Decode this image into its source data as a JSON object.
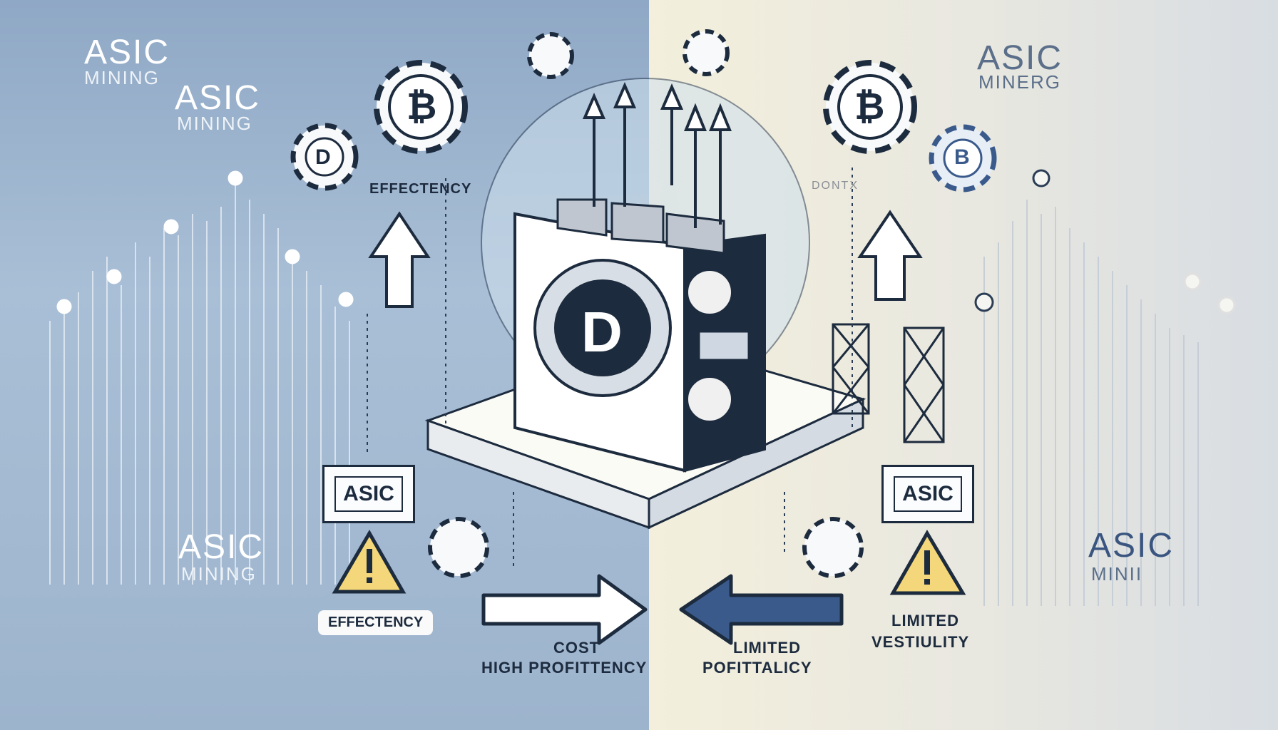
{
  "texts": {
    "top_left_title": "ASIC",
    "top_left_sub": "MINING",
    "top_left_title2": "ASIC",
    "top_left_sub2": "MINING",
    "top_right_title": "ASIC",
    "top_right_sub": "MINERG",
    "mid_left_title": "ASIC",
    "mid_left_sub": "MINING",
    "right_bottom_title": "ASIC",
    "right_bottom_sub": "MINII",
    "efficiency_top": "EFFECTENCY",
    "efficiency_bottom": "EFFECTENCY",
    "asic_box_left": "ASIC",
    "asic_box_right": "ASIC",
    "cost": "COST",
    "high_profit": "HIGH PROFITTENCY",
    "limited_left": "LIMITED",
    "profit_right": "POFITTALICY",
    "limited_right": "LIMITED",
    "versatility": "VESTIULITY",
    "dontx": "DONTX",
    "miner_logo": "D",
    "gear_d": "D",
    "gear_b": "B"
  },
  "icons": [
    "bitcoin-gear-icon",
    "d-gear-icon",
    "warning-icon",
    "arrow-up-icon",
    "arrow-right-icon",
    "arrow-left-icon",
    "asic-miner-icon"
  ],
  "colors": {
    "left_bg": "#9db4cd",
    "right_bg": "#efeee3",
    "ink": "#1d2b3e",
    "warning": "#f3d77a",
    "accent_blue": "#3a5a8c"
  }
}
